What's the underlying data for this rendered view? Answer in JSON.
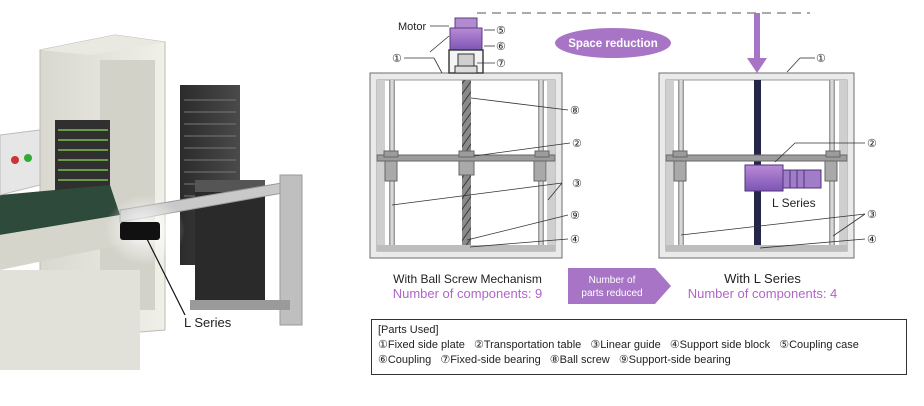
{
  "machine_photo": {
    "series_label": "L Series"
  },
  "diagram_left": {
    "motor_label": "Motor",
    "callouts": [
      "①",
      "⑤",
      "⑥",
      "⑦",
      "⑧",
      "②",
      "③",
      "⑨",
      "④"
    ],
    "title": "With Ball Screw Mechanism",
    "components": "Number of components: 9"
  },
  "middle": {
    "space_badge": "Space reduction",
    "arrow_line1": "Number of",
    "arrow_line2": "parts reduced"
  },
  "diagram_right": {
    "callouts": [
      "①",
      "②",
      "③",
      "④"
    ],
    "series_label": "L Series",
    "title": "With L Series",
    "components": "Number of components: 4"
  },
  "parts_used": {
    "heading": "[Parts Used]",
    "row1": [
      "①Fixed side plate",
      "②Transportation table",
      "③Linear guide",
      "④Support side block",
      "⑤Coupling case"
    ],
    "row2": [
      "⑥Coupling",
      "⑦Fixed-side bearing",
      "⑧Ball screw",
      "⑨Support-side bearing"
    ]
  },
  "colors": {
    "purple": "#a874c6",
    "purple_dark": "#7a4fb0",
    "frame": "#b9b9b9",
    "frame_dark": "#6f6f6f"
  }
}
